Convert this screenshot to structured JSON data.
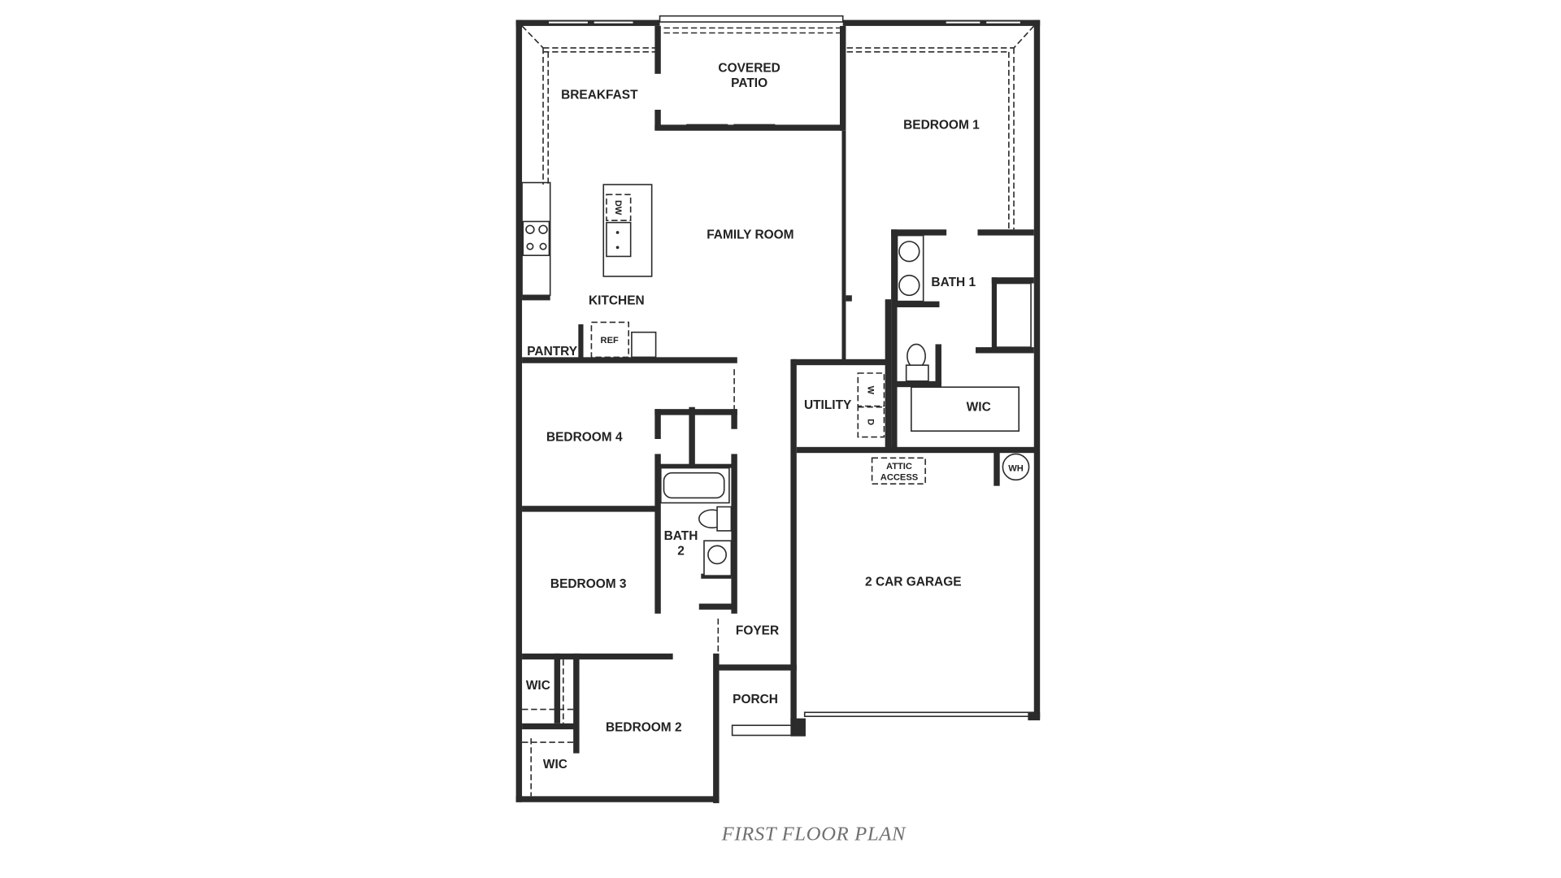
{
  "plan": {
    "caption": "FIRST FLOOR PLAN",
    "colors": {
      "wall": "#2b2b2b",
      "caption": "#707070",
      "background": "#ffffff"
    },
    "rooms": {
      "breakfast": "BREAKFAST",
      "covered_patio_1": "COVERED",
      "covered_patio_2": "PATIO",
      "bedroom_1": "BEDROOM 1",
      "family_room": "FAMILY ROOM",
      "kitchen": "KITCHEN",
      "pantry": "PANTRY",
      "bath_1": "BATH 1",
      "utility": "UTILITY",
      "wic_master": "WIC",
      "bedroom_4": "BEDROOM 4",
      "bath_2_1": "BATH",
      "bath_2_2": "2",
      "bedroom_3": "BEDROOM 3",
      "foyer": "FOYER",
      "garage": "2 CAR GARAGE",
      "porch": "PORCH",
      "bedroom_2": "BEDROOM 2",
      "wic_bed3": "WIC",
      "wic_bed2": "WIC"
    },
    "fixtures": {
      "ref": "REF",
      "dw": "DW",
      "washer": "W",
      "dryer": "D",
      "water_heater": "WH",
      "attic_1": "ATTIC",
      "attic_2": "ACCESS"
    }
  }
}
